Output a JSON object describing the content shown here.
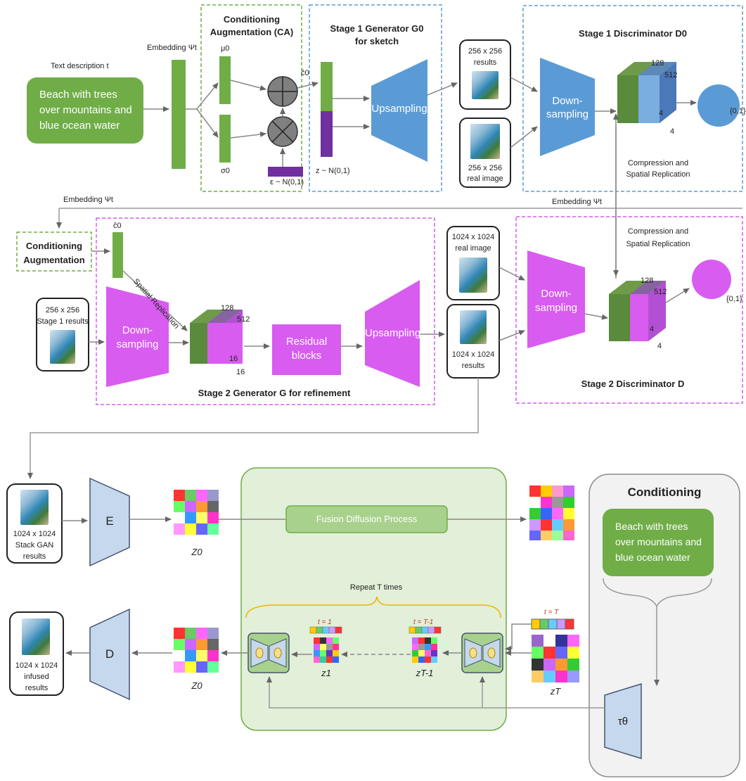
{
  "stage1": {
    "text_desc_label": "Text description t",
    "text_desc": [
      "Beach with trees",
      "over mountains and",
      "blue ocean water"
    ],
    "embedding": "Embedding Ψt",
    "ca_title": [
      "Conditioning",
      "Augmentation (CA)"
    ],
    "mu": "μ0",
    "sigma": "σ0",
    "epsilon": "ε ~ N(0,1)",
    "c0": "ĉ0",
    "z": "z ~ N(0,1)",
    "gen_title": [
      "Stage 1 Generator G0",
      "for sketch"
    ],
    "upsampling": "Upsampling",
    "results": [
      "256 x 256",
      "results"
    ],
    "real": [
      "256 x 256",
      "real image"
    ],
    "disc_title": "Stage 1 Discriminator D0",
    "downsampling": [
      "Down-",
      "sampling"
    ],
    "cube_128": "128",
    "cube_512": "512",
    "cube_4a": "4",
    "cube_4b": "4",
    "output": "{0,1}",
    "compression": [
      "Compression and",
      "Spatial Replication"
    ]
  },
  "stage2": {
    "embedding_left": "Embedding Ψt",
    "embedding_right": "Embedding Ψt",
    "ca_title": [
      "Conditioning",
      "Augmentation"
    ],
    "c0": "ĉ0",
    "spatial": "Spatial Replication",
    "input": [
      "256 x 256",
      "Stage 1 results"
    ],
    "downsampling": [
      "Down-",
      "sampling"
    ],
    "cube_128": "128",
    "cube_512": "512",
    "cube_16a": "16",
    "cube_16b": "16",
    "residual": [
      "Residual",
      "blocks"
    ],
    "upsampling": "Upsampling",
    "gen_title": "Stage 2 Generator G for refinement",
    "real": [
      "1024 x 1024",
      "real image"
    ],
    "results": [
      "1024 x 1024",
      "results"
    ],
    "compression": [
      "Compression and",
      "Spatial Replication"
    ],
    "disc_downsampling": [
      "Down-",
      "sampling"
    ],
    "dcube_128": "128",
    "dcube_512": "512",
    "dcube_4a": "4",
    "dcube_4b": "4",
    "output": "{0,1}",
    "disc_title": "Stage 2 Discriminator D"
  },
  "diffusion": {
    "stack_results": [
      "1024 x 1024",
      "Stack GAN",
      "results"
    ],
    "encoder": "E",
    "z0_top": "Z0",
    "fusion": "Fusion Diffusion Process",
    "conditioning_title": "Conditioning",
    "cond_text": [
      "Beach with trees",
      "over mountains and",
      "blue ocean water"
    ],
    "repeat": "Repeat T times",
    "t1": "t = 1",
    "tT1": "t = T-1",
    "tT": "t = T",
    "z1": "z1",
    "zT1": "zT-1",
    "zT": "zT",
    "decoder": "D",
    "z0_bottom": "Z0",
    "infused": [
      "1024 x 1024",
      "infused",
      "results"
    ],
    "tau": "τθ"
  },
  "colors": {
    "green": "#70ad47",
    "blue": "#5b9bd5",
    "purple": "#7030a0",
    "magenta": "#d85cf0",
    "lightblue": "#c5d8ee",
    "panel_green": "#e2efd9"
  }
}
